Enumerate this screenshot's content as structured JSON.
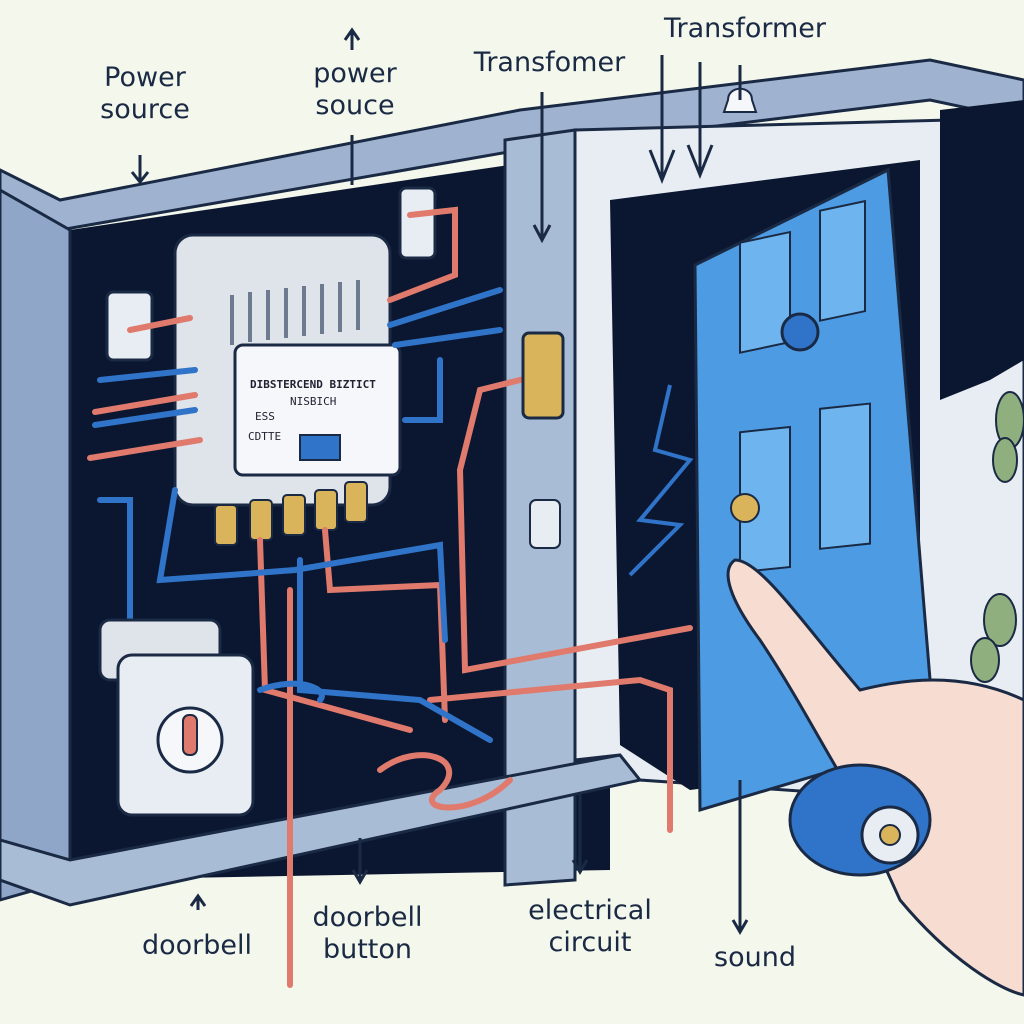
{
  "labels": {
    "power_source_left": "Power\nsource",
    "power_source_center": "power\nsouce",
    "transformer_center": "Transfomer",
    "transformer_top": "Transformer",
    "doorbell": "doorbell",
    "doorbell_button": "doorbell\nbutton",
    "electrical_circuit": "electrical\ncircuit",
    "sound": "sound"
  },
  "device_panel": {
    "line1": "DIBSTERCEND BIZTICT",
    "line2": "NISBICH",
    "line3": "ESS",
    "line4": "CDTTE"
  },
  "colors": {
    "background": "#f4f7ec",
    "wall": "#a9bcd6",
    "wall_shadow": "#0b1730",
    "door": "#4c9be3",
    "wire_red": "#e07a6c",
    "wire_blue": "#2f74c8",
    "label_text": "#1b2a44"
  }
}
